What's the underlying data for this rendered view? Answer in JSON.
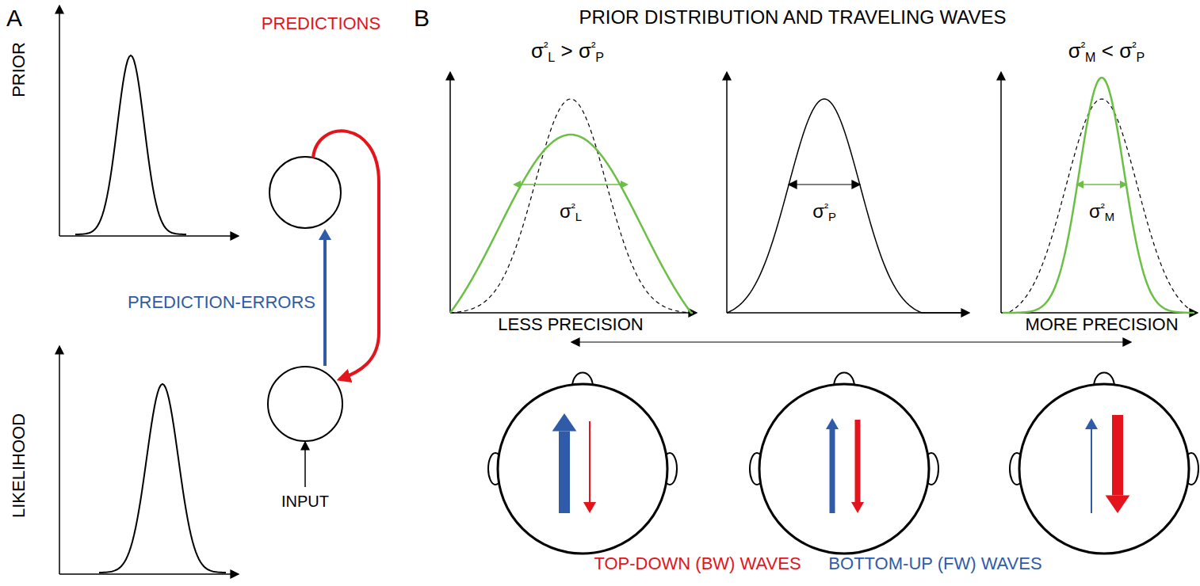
{
  "diagram": {
    "labels": [
      "A",
      "PRIOR",
      "PREDICTIONS",
      "PREDICTION-ERRORS",
      "LIKELIHOOD",
      "INPUT",
      "B",
      "PRIOR DISTRIBUTION AND TRAVELING WAVES",
      "σ²L > σ²P",
      "σ²M < σ²P",
      "σ²L",
      "σ²P",
      "σ²M",
      "LESS PRECISION",
      "MORE PRECISION",
      "TOP-DOWN (BW) WAVES",
      "BOTTOM-UP (FW) WAVES"
    ]
  }
}
